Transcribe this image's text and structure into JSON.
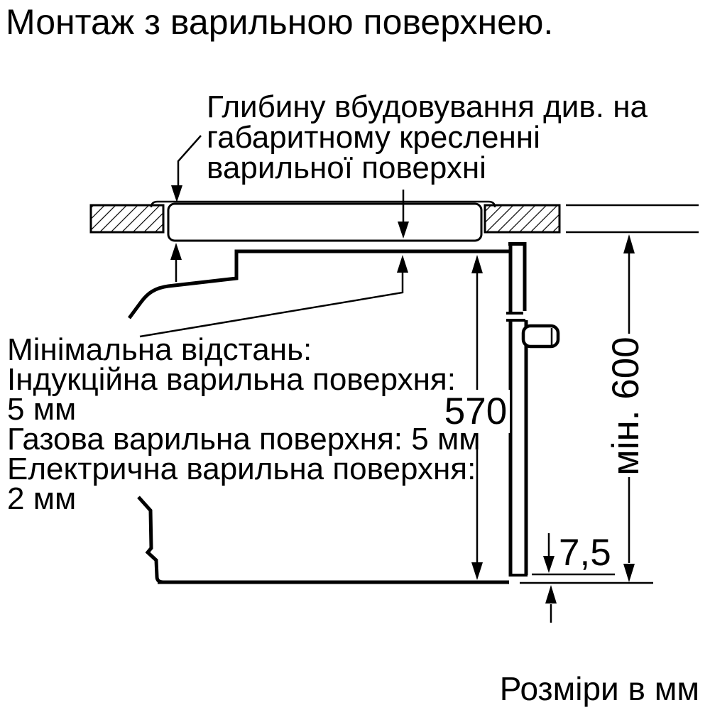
{
  "page": {
    "background": "#ffffff",
    "line_color": "#000000"
  },
  "title": "Монтаж з варильною поверхнею.",
  "depth_note": {
    "lines": [
      "Глибину вбудовування див. на",
      "габаритному кресленні",
      "варильної поверхні"
    ]
  },
  "min_distance_note": {
    "lines": [
      "Мінімальна відстань:",
      "Індукційна варильна поверхня:",
      "5 мм",
      "Газова варильна поверхня: 5 мм",
      "Електрична варильна поверхня:",
      "2 мм"
    ]
  },
  "dimensions": {
    "oven_height_mm": "570",
    "min_niche_height_mm": "мін. 600",
    "front_overlap_mm": "7,5"
  },
  "footer_note": "Розміри в мм"
}
